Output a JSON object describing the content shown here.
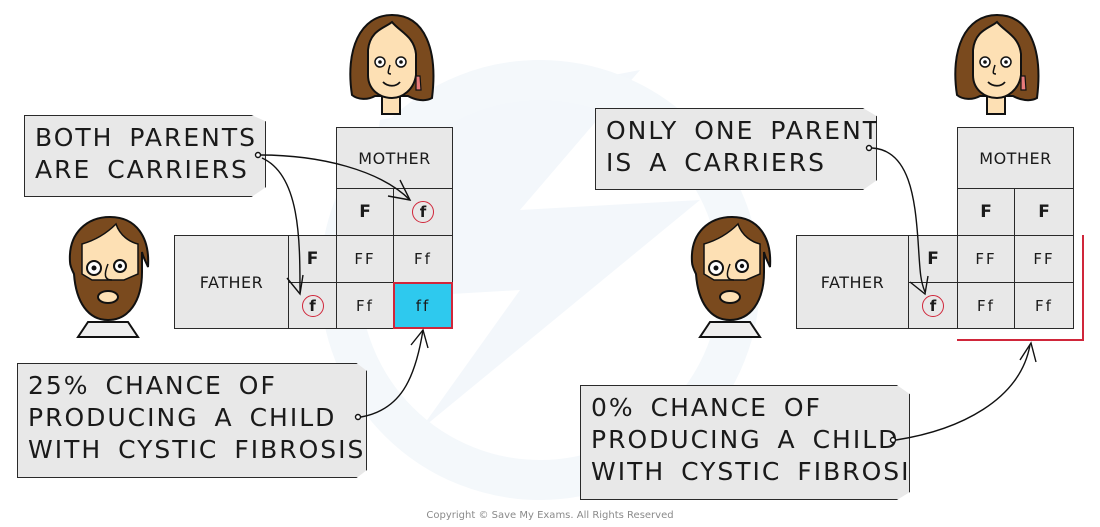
{
  "left_panel": {
    "callout_top": {
      "lines": [
        "BOTH PARENTS",
        "ARE CARRIERS"
      ]
    },
    "callout_bottom": {
      "lines": [
        "25% CHANCE OF",
        "PRODUCING A CHILD",
        "WITH CYSTIC FIBROSIS"
      ]
    },
    "punnett": {
      "mother_label": "MOTHER",
      "father_label": "FATHER",
      "mother_alleles": [
        "F",
        "f"
      ],
      "father_alleles": [
        "F",
        "f"
      ],
      "grid": [
        [
          "FF",
          "Ff"
        ],
        [
          "Ff",
          "ff"
        ]
      ],
      "circled_alleles": [
        "mother:f",
        "father:f"
      ],
      "highlighted_cell": "ff"
    }
  },
  "right_panel": {
    "callout_top": {
      "lines": [
        "ONLY ONE PARENT",
        "IS A CARRIERS"
      ]
    },
    "callout_bottom": {
      "lines": [
        "0% CHANCE OF",
        "PRODUCING A CHILD",
        "WITH CYSTIC FIBROSIS"
      ]
    },
    "punnett": {
      "mother_label": "MOTHER",
      "father_label": "FATHER",
      "mother_alleles": [
        "F",
        "F"
      ],
      "father_alleles": [
        "F",
        "f"
      ],
      "grid": [
        [
          "FF",
          "FF"
        ],
        [
          "Ff",
          "Ff"
        ]
      ],
      "circled_alleles": [
        "father:f"
      ],
      "highlighted_cell": null
    }
  },
  "colors": {
    "cell_fill": "#e8e8e8",
    "highlight_fill": "#2ec9ee",
    "accent_red": "#d0263a",
    "hair_brown": "#7a4a1e",
    "skin": "#fde0b4"
  },
  "copyright": "Copyright © Save My Exams. All Rights Reserved"
}
